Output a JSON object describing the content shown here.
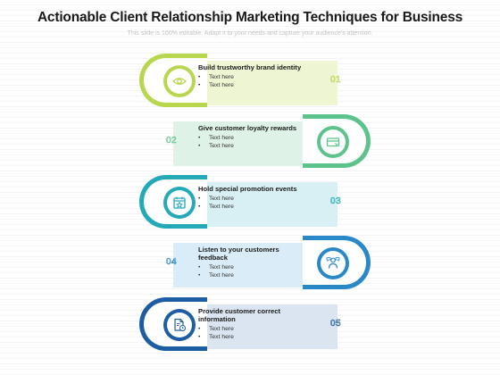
{
  "title": "Actionable Client Relationship Marketing Techniques for Business",
  "subtitle": "This slide is 100% editable.  Adapt it to your needs and capture your audience's attention.",
  "steps": [
    {
      "number": "01",
      "heading": "Build trustworthy brand identity",
      "bullets": [
        "Text here",
        "Text here"
      ],
      "icon": "eye-icon",
      "color": "#b9d64f",
      "light": "#eef5d3"
    },
    {
      "number": "02",
      "heading": "Give customer loyalty rewards",
      "bullets": [
        "Text here",
        "Text here"
      ],
      "icon": "loyalty-card-icon",
      "color": "#5cc38a",
      "light": "#dff2e7"
    },
    {
      "number": "03",
      "heading": "Hold special promotion events",
      "bullets": [
        "Text here",
        "Text here"
      ],
      "icon": "calendar-star-icon",
      "color": "#23a9b8",
      "light": "#d8f0f3"
    },
    {
      "number": "04",
      "heading": "Listen to your customers feedback",
      "bullets": [
        "Text here",
        "Text here"
      ],
      "icon": "feedback-icon",
      "color": "#2888c8",
      "light": "#d9ecf7"
    },
    {
      "number": "05",
      "heading": "Provide customer correct information",
      "bullets": [
        "Text here",
        "Text here"
      ],
      "icon": "document-clock-icon",
      "color": "#1d5da4",
      "light": "#dae5f1"
    }
  ]
}
